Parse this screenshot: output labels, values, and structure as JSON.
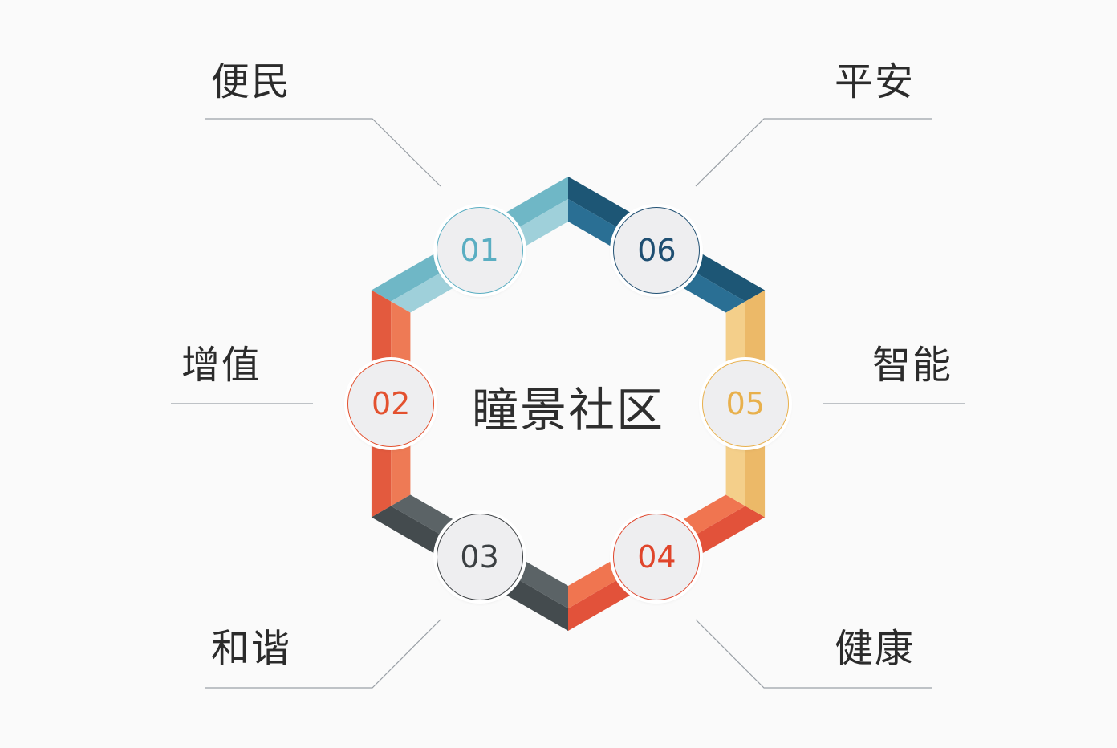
{
  "center": {
    "title": "瞳景社区"
  },
  "items": [
    {
      "num": "01",
      "label": "便民",
      "color": "#5aaec2",
      "dark": "#6fb7c6",
      "light": "#9fd0da"
    },
    {
      "num": "02",
      "label": "增值",
      "color": "#e3512f",
      "dark": "#e35a3e",
      "light": "#ee7a55"
    },
    {
      "num": "03",
      "label": "和谐",
      "color": "#3b3f42",
      "dark": "#444b4e",
      "light": "#5b6366"
    },
    {
      "num": "04",
      "label": "健康",
      "color": "#e0452b",
      "dark": "#e2523a",
      "light": "#f07550"
    },
    {
      "num": "05",
      "label": "智能",
      "color": "#e8b04c",
      "dark": "#ecb968",
      "light": "#f4cf8a"
    },
    {
      "num": "06",
      "label": "平安",
      "color": "#1f4f72",
      "dark": "#1d5675",
      "light": "#2a6f94"
    }
  ]
}
